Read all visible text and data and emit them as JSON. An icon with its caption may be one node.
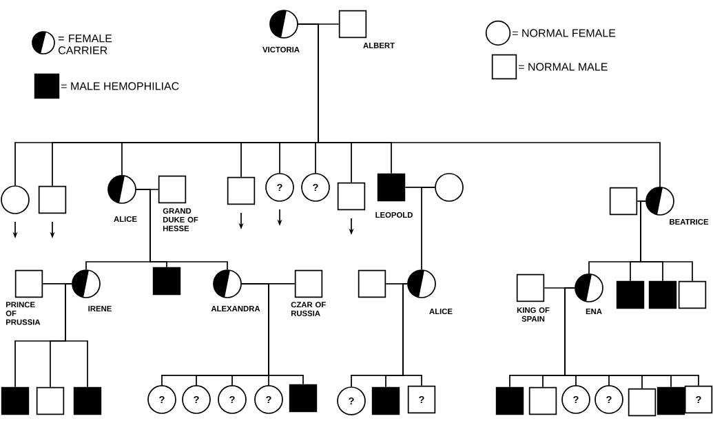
{
  "diagram": {
    "nodes": [
      {
        "text": [],
        "shape": "halfcircle",
        "beside": [
          "VICTORIA"
        ]
      },
      {
        "text": [],
        "shape": "box",
        "beside": [
          "ALBERT"
        ]
      },
      {
        "text": [],
        "shape": "circle"
      },
      {
        "text": [],
        "shape": "box"
      },
      {
        "text": [],
        "shape": "halfcircle",
        "beside": [
          "ALICE"
        ]
      },
      {
        "text": [],
        "shape": "box",
        "beside": [
          "GRAND DUKE OF HESSE"
        ]
      },
      {
        "text": [],
        "shape": "box"
      },
      {
        "text": [
          "?"
        ]
      },
      {
        "text": [
          "?"
        ]
      },
      {
        "text": [],
        "shape": "box"
      },
      {
        "text": [],
        "shape": "filledbox",
        "beside": [
          "LEOPOLD"
        ]
      },
      {
        "text": [],
        "shape": "circle"
      },
      {
        "text": [],
        "shape": "box"
      },
      {
        "text": [],
        "shape": "halfcircle",
        "beside": [
          "BEATRICE"
        ]
      },
      {
        "text": [],
        "shape": "box",
        "beside": [
          "PRINCE OF PRUSSIA"
        ]
      },
      {
        "text": [],
        "shape": "halfcircle",
        "beside": [
          "IRENE"
        ]
      },
      {
        "text": [],
        "shape": "filledbox"
      },
      {
        "text": [],
        "shape": "halfcircle",
        "beside": [
          "ALEXANDRA"
        ]
      },
      {
        "text": [],
        "shape": "box",
        "beside": [
          "CZAR OF RUSSIA"
        ]
      },
      {
        "text": [],
        "shape": "box"
      },
      {
        "text": [],
        "shape": "halfcircle",
        "beside": [
          "ALICE"
        ]
      },
      {
        "text": [],
        "shape": "box",
        "beside": [
          "KING OF SPAIN"
        ]
      },
      {
        "text": [],
        "shape": "halfcircle",
        "beside": [
          "ENA"
        ]
      },
      {
        "text": [],
        "shape": "filledbox"
      },
      {
        "text": [],
        "shape": "filledbox"
      },
      {
        "text": [],
        "shape": "box"
      },
      {
        "text": [],
        "shape": "filledbox"
      },
      {
        "text": [],
        "shape": "box"
      },
      {
        "text": [],
        "shape": "filledbox"
      },
      {
        "text": [
          "?"
        ]
      },
      {
        "text": [
          "?"
        ]
      },
      {
        "text": [
          "?"
        ]
      },
      {
        "text": [
          "?"
        ]
      },
      {
        "text": [],
        "shape": "filledbox"
      },
      {
        "text": [
          "?"
        ]
      },
      {
        "text": [],
        "shape": "filledbox"
      },
      {
        "text": [
          "?"
        ]
      },
      {
        "text": [],
        "shape": "filledbox"
      },
      {
        "text": [],
        "shape": "box"
      },
      {
        "text": [
          "?"
        ]
      },
      {
        "text": [
          "?"
        ]
      },
      {
        "text": [],
        "shape": "box"
      },
      {
        "text": [],
        "shape": "filledbox"
      },
      {
        "text": [
          "?"
        ]
      }
    ],
    "edges": [
      {
        "from": 0,
        "to": 1,
        "arrow": "none"
      },
      {
        "from": 0,
        "to": 2,
        "arrow": "none"
      },
      {
        "from": 0,
        "to": 3,
        "arrow": "none"
      },
      {
        "from": 0,
        "to": 4,
        "arrow": "none"
      },
      {
        "from": 0,
        "to": 6,
        "arrow": "none"
      },
      {
        "from": 0,
        "to": 7,
        "arrow": "none"
      },
      {
        "from": 0,
        "to": 8,
        "arrow": "none"
      },
      {
        "from": 0,
        "to": 9,
        "arrow": "none"
      },
      {
        "from": 0,
        "to": 10,
        "arrow": "none"
      },
      {
        "from": 0,
        "to": 13,
        "arrow": "none"
      },
      {
        "from": 4,
        "to": 5,
        "arrow": "none"
      },
      {
        "from": 10,
        "to": 11,
        "arrow": "none"
      },
      {
        "from": 12,
        "to": 13,
        "arrow": "none"
      },
      {
        "from": 4,
        "to": 15,
        "arrow": "none"
      },
      {
        "from": 4,
        "to": 16,
        "arrow": "none"
      },
      {
        "from": 4,
        "to": 17,
        "arrow": "none"
      },
      {
        "from": 11,
        "to": 20,
        "arrow": "none"
      },
      {
        "from": 13,
        "to": 22,
        "arrow": "none"
      },
      {
        "from": 13,
        "to": 23,
        "arrow": "none"
      },
      {
        "from": 13,
        "to": 24,
        "arrow": "none"
      },
      {
        "from": 13,
        "to": 25,
        "arrow": "none"
      },
      {
        "from": 14,
        "to": 15,
        "arrow": "none"
      },
      {
        "from": 17,
        "to": 18,
        "arrow": "none"
      },
      {
        "from": 19,
        "to": 20,
        "arrow": "none"
      },
      {
        "from": 21,
        "to": 22,
        "arrow": "none"
      },
      {
        "from": 15,
        "to": 26,
        "arrow": "none"
      },
      {
        "from": 15,
        "to": 27,
        "arrow": "none"
      },
      {
        "from": 15,
        "to": 28,
        "arrow": "none"
      },
      {
        "from": 17,
        "to": 29,
        "arrow": "none"
      },
      {
        "from": 17,
        "to": 30,
        "arrow": "none"
      },
      {
        "from": 17,
        "to": 31,
        "arrow": "none"
      },
      {
        "from": 17,
        "to": 32,
        "arrow": "none"
      },
      {
        "from": 17,
        "to": 33,
        "arrow": "none"
      },
      {
        "from": 20,
        "to": 34,
        "arrow": "none"
      },
      {
        "from": 20,
        "to": 35,
        "arrow": "none"
      },
      {
        "from": 20,
        "to": 36,
        "arrow": "none"
      },
      {
        "from": 22,
        "to": 37,
        "arrow": "none"
      },
      {
        "from": 22,
        "to": 38,
        "arrow": "none"
      },
      {
        "from": 22,
        "to": 39,
        "arrow": "none"
      },
      {
        "from": 22,
        "to": 40,
        "arrow": "none"
      },
      {
        "from": 22,
        "to": 41,
        "arrow": "none"
      },
      {
        "from": 22,
        "to": 42,
        "arrow": "none"
      },
      {
        "from": 22,
        "to": 43,
        "arrow": "none"
      }
    ],
    "legend": [
      {
        "text": "= FEMALE CARRIER"
      },
      {
        "text": "= MALE HEMOPHILIAC"
      },
      {
        "text": "= NORMAL FEMALE"
      },
      {
        "text": "= NORMAL MALE"
      }
    ]
  }
}
